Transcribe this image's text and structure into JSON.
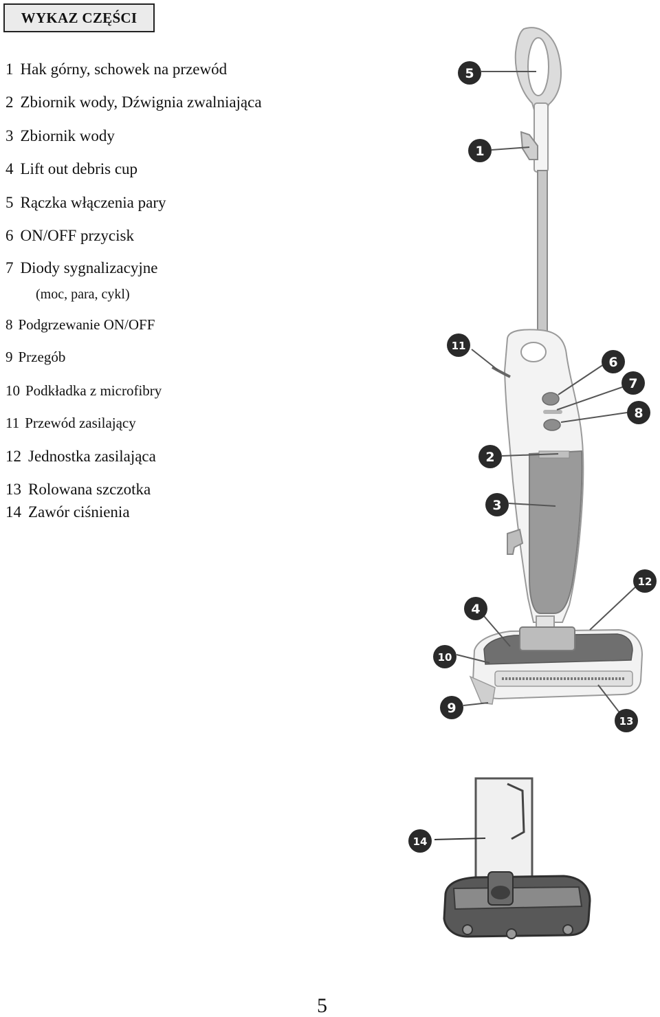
{
  "title": "WYKAZ CZĘŚCI",
  "parts": [
    {
      "num": "1",
      "label": "Hak górny, schowek na przewód"
    },
    {
      "num": "2",
      "label": "Zbiornik wody, Dźwignia zwalniająca"
    },
    {
      "num": "3",
      "label": "Zbiornik wody"
    },
    {
      "num": "4",
      "label": "Lift out debris cup"
    },
    {
      "num": "5",
      "label": "Rączka włączenia pary"
    },
    {
      "num": "6",
      "label": "ON/OFF przycisk"
    },
    {
      "num": "7",
      "label": "Diody sygnalizacyjne"
    },
    {
      "num": "8",
      "label": "Podgrzewanie ON/OFF"
    },
    {
      "num": "9",
      "label": "Przegób"
    },
    {
      "num": "10",
      "label": "Podkładka z microfibry"
    },
    {
      "num": "11",
      "label": "Przewód zasilający"
    },
    {
      "num": "12",
      "label": "Jednostka zasilająca"
    },
    {
      "num": "13",
      "label": "Rolowana szczotka"
    },
    {
      "num": "14",
      "label": "Zawór ciśnienia"
    }
  ],
  "part7_detail": "(moc, para, cykl)",
  "callouts": [
    "5",
    "1",
    "11",
    "6",
    "7",
    "8",
    "2",
    "3",
    "12",
    "4",
    "10",
    "9",
    "13",
    "14"
  ],
  "page_number": "5"
}
